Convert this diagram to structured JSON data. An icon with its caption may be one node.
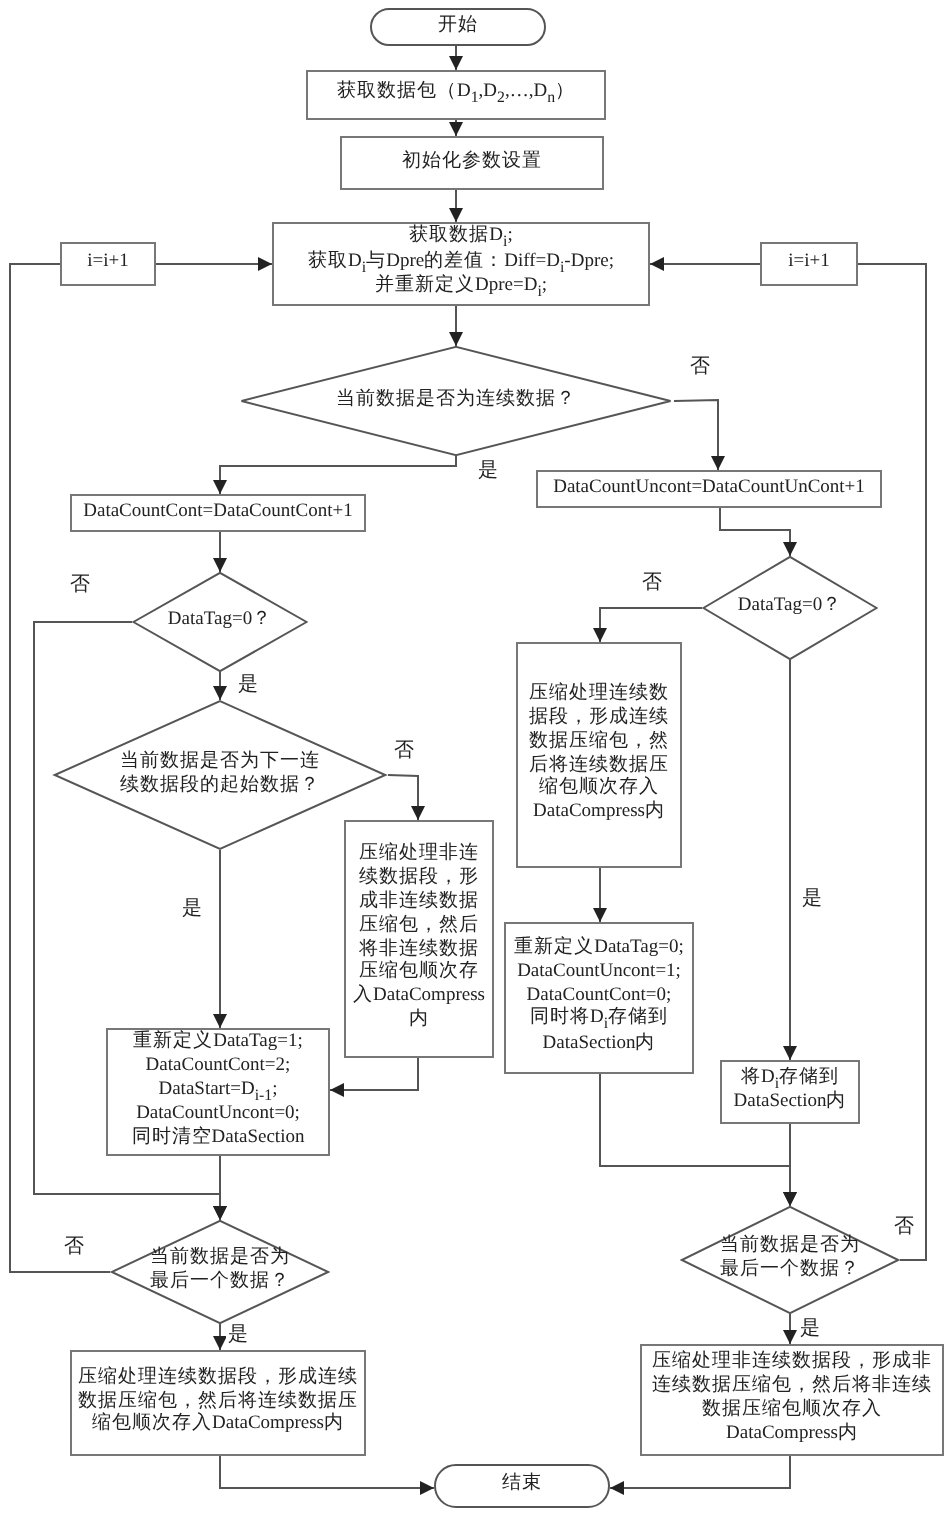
{
  "diagram": {
    "nodes": [
      {
        "text": [
          "开始"
        ]
      },
      {
        "text": [
          "获取数据包（D$_{1}$,D$_{2}$,…,D$_{n}$）"
        ]
      },
      {
        "text": [
          "初始化参数设置"
        ]
      },
      {
        "text": [
          "获取数据D$_{i}$;",
          "获取D$_{i}$与Dpre的差值：Diff=D$_{i}$-Dpre;",
          "并重新定义Dpre=D$_{i}$;"
        ]
      },
      {
        "text": [
          "i=i+1"
        ]
      },
      {
        "text": [
          "i=i+1"
        ]
      },
      {
        "text": [
          "当前数据是否为连续数据？"
        ]
      },
      {
        "text": [
          "DataCountCont=DataCountCont+1"
        ]
      },
      {
        "text": [
          "DataCountUncont=DataCountUnCont+1"
        ]
      },
      {
        "text": [
          "DataTag=0？"
        ]
      },
      {
        "text": [
          "DataTag=0？"
        ]
      },
      {
        "text": [
          "压缩处理连续数据段，形成连续数据压缩包，然后将连续数据压缩包顺次存入DataCompress内"
        ]
      },
      {
        "text": [
          "当前数据是否为下一连续数据段的起始数据？"
        ]
      },
      {
        "text": [
          "压缩处理非连续数据段，形成非连续数据压缩包，然后将非连续数据压缩包顺次存入DataCompress内"
        ]
      },
      {
        "text": [
          "重新定义DataTag=0;",
          "DataCountUncont=1;",
          "DataCountCont=0;",
          "同时将D$_{i}$存储到DataSection内"
        ]
      },
      {
        "text": [
          "重新定义DataTag=1;",
          "DataCountCont=2;",
          "DataStart=D$_{i-1}$;",
          "DataCountUncont=0;",
          "同时清空DataSection"
        ]
      },
      {
        "text": [
          "将D$_{i}$存储到DataSection内"
        ]
      },
      {
        "text": [
          "当前数据是否为最后一个数据？"
        ]
      },
      {
        "text": [
          "当前数据是否为最后一个数据？"
        ]
      },
      {
        "text": [
          "压缩处理连续数据段，形成连续数据压缩包，然后将连续数据压缩包顺次存入DataCompress内"
        ]
      },
      {
        "text": [
          "压缩处理非连续数据段，形成非连续数据压缩包，然后将非连续数据压缩包顺次存入DataCompress内"
        ]
      },
      {
        "text": [
          "结束"
        ]
      }
    ],
    "edges": [
      {
        "from": 0,
        "to": 1,
        "arrow": "to"
      },
      {
        "from": 1,
        "to": 2,
        "arrow": "to"
      },
      {
        "from": 2,
        "to": 3,
        "arrow": "to"
      },
      {
        "from": 3,
        "to": 6,
        "arrow": "to"
      },
      {
        "from": 6,
        "to": 7,
        "arrow": "to",
        "label": "是"
      },
      {
        "from": 6,
        "to": 8,
        "arrow": "to",
        "label": "否"
      },
      {
        "from": 7,
        "to": 9,
        "arrow": "to"
      },
      {
        "from": 9,
        "to": 12,
        "arrow": "to",
        "label": "是"
      },
      {
        "from": 9,
        "to": 17,
        "arrow": "to",
        "label": "否"
      },
      {
        "from": 12,
        "to": 15,
        "arrow": "to",
        "label": "是"
      },
      {
        "from": 12,
        "to": 13,
        "arrow": "to",
        "label": "否"
      },
      {
        "from": 13,
        "to": 15,
        "arrow": "to"
      },
      {
        "from": 15,
        "to": 17,
        "arrow": "to"
      },
      {
        "from": 17,
        "to": 4,
        "arrow": "none",
        "label": "否"
      },
      {
        "from": 4,
        "to": 3,
        "arrow": "to"
      },
      {
        "from": 17,
        "to": 19,
        "arrow": "to",
        "label": "是"
      },
      {
        "from": 19,
        "to": 21,
        "arrow": "to"
      },
      {
        "from": 8,
        "to": 10,
        "arrow": "to"
      },
      {
        "from": 10,
        "to": 11,
        "arrow": "to",
        "label": "否"
      },
      {
        "from": 10,
        "to": 16,
        "arrow": "to",
        "label": "是"
      },
      {
        "from": 11,
        "to": 14,
        "arrow": "to"
      },
      {
        "from": 14,
        "to": 18,
        "arrow": "to"
      },
      {
        "from": 16,
        "to": 18,
        "arrow": "to"
      },
      {
        "from": 18,
        "to": 5,
        "arrow": "none",
        "label": "否"
      },
      {
        "from": 5,
        "to": 3,
        "arrow": "to"
      },
      {
        "from": 18,
        "to": 20,
        "arrow": "to",
        "label": "是"
      },
      {
        "from": 20,
        "to": 21,
        "arrow": "to"
      }
    ]
  }
}
